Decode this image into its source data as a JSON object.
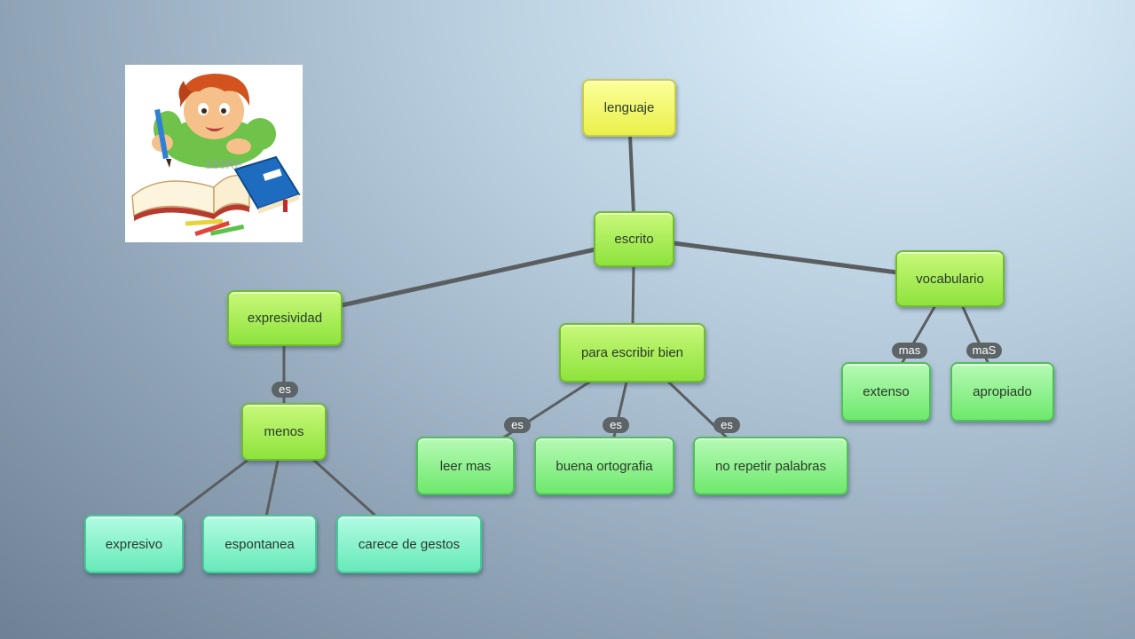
{
  "diagram": {
    "root": "lenguaje",
    "nodes": {
      "lenguaje": "lenguaje",
      "escrito": "escrito",
      "expresividad": "expresividad",
      "para_escribir_bien": "para escribir bien",
      "vocabulario": "vocabulario",
      "menos": "menos",
      "expresivo": "expresivo",
      "espontanea": "espontanea",
      "carece_de_gestos": "carece de gestos",
      "leer_mas": "leer mas",
      "buena_ortografia": "buena ortografia",
      "no_repetir_palabras": "no repetir palabras",
      "extenso": "extenso",
      "apropiado": "apropiado"
    },
    "link_labels": {
      "expresividad_menos": "es",
      "bien_leer": "es",
      "bien_ortografia": "es",
      "bien_repetir": "es",
      "vocab_extenso": "mas",
      "vocab_apropiado": "maS"
    }
  },
  "illustration": {
    "watermark": "123RF"
  },
  "colors": {
    "root_node": "#f3f66d",
    "level1_node": "#a8ec55",
    "leaf_node": "#8ef08d",
    "bottom_node": "#86f2cb",
    "connector": "#5b5e60",
    "label_pill": "#5d6468"
  }
}
